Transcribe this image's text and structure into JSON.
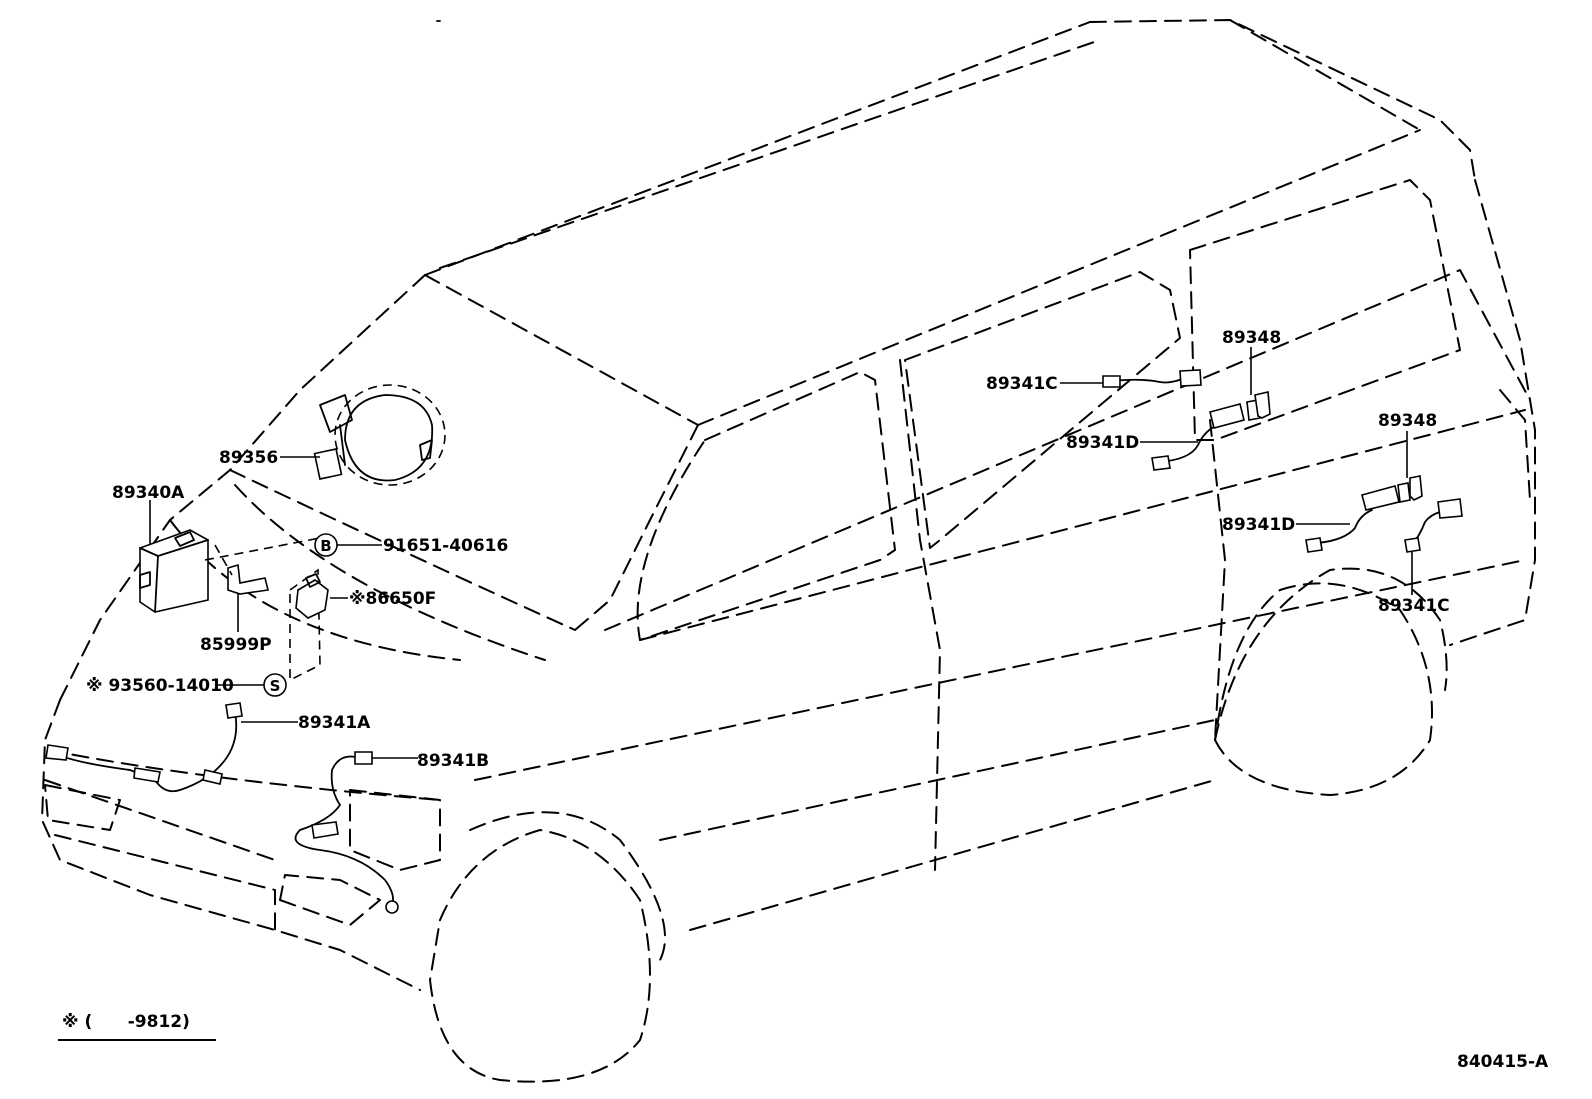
{
  "callouts": {
    "c_89348_upper": "89348",
    "c_89341C_upper": "89341C",
    "c_89341D_upper": "89341D",
    "c_89348_lower": "89348",
    "c_89341D_lower": "89341D",
    "c_89341C_lower": "89341C",
    "c_89356": "89356",
    "c_89340A": "89340A",
    "c_91651": "91651-40616",
    "c_86650F": "※86650F",
    "c_85999P": "85999P",
    "c_93560": "※ 93560-14010",
    "c_89341A": "89341A",
    "c_89341B": "89341B"
  },
  "markers": {
    "bolt": "B",
    "screw": "S"
  },
  "footnote": "※ (      -9812)",
  "diagram_code": "840415-A"
}
